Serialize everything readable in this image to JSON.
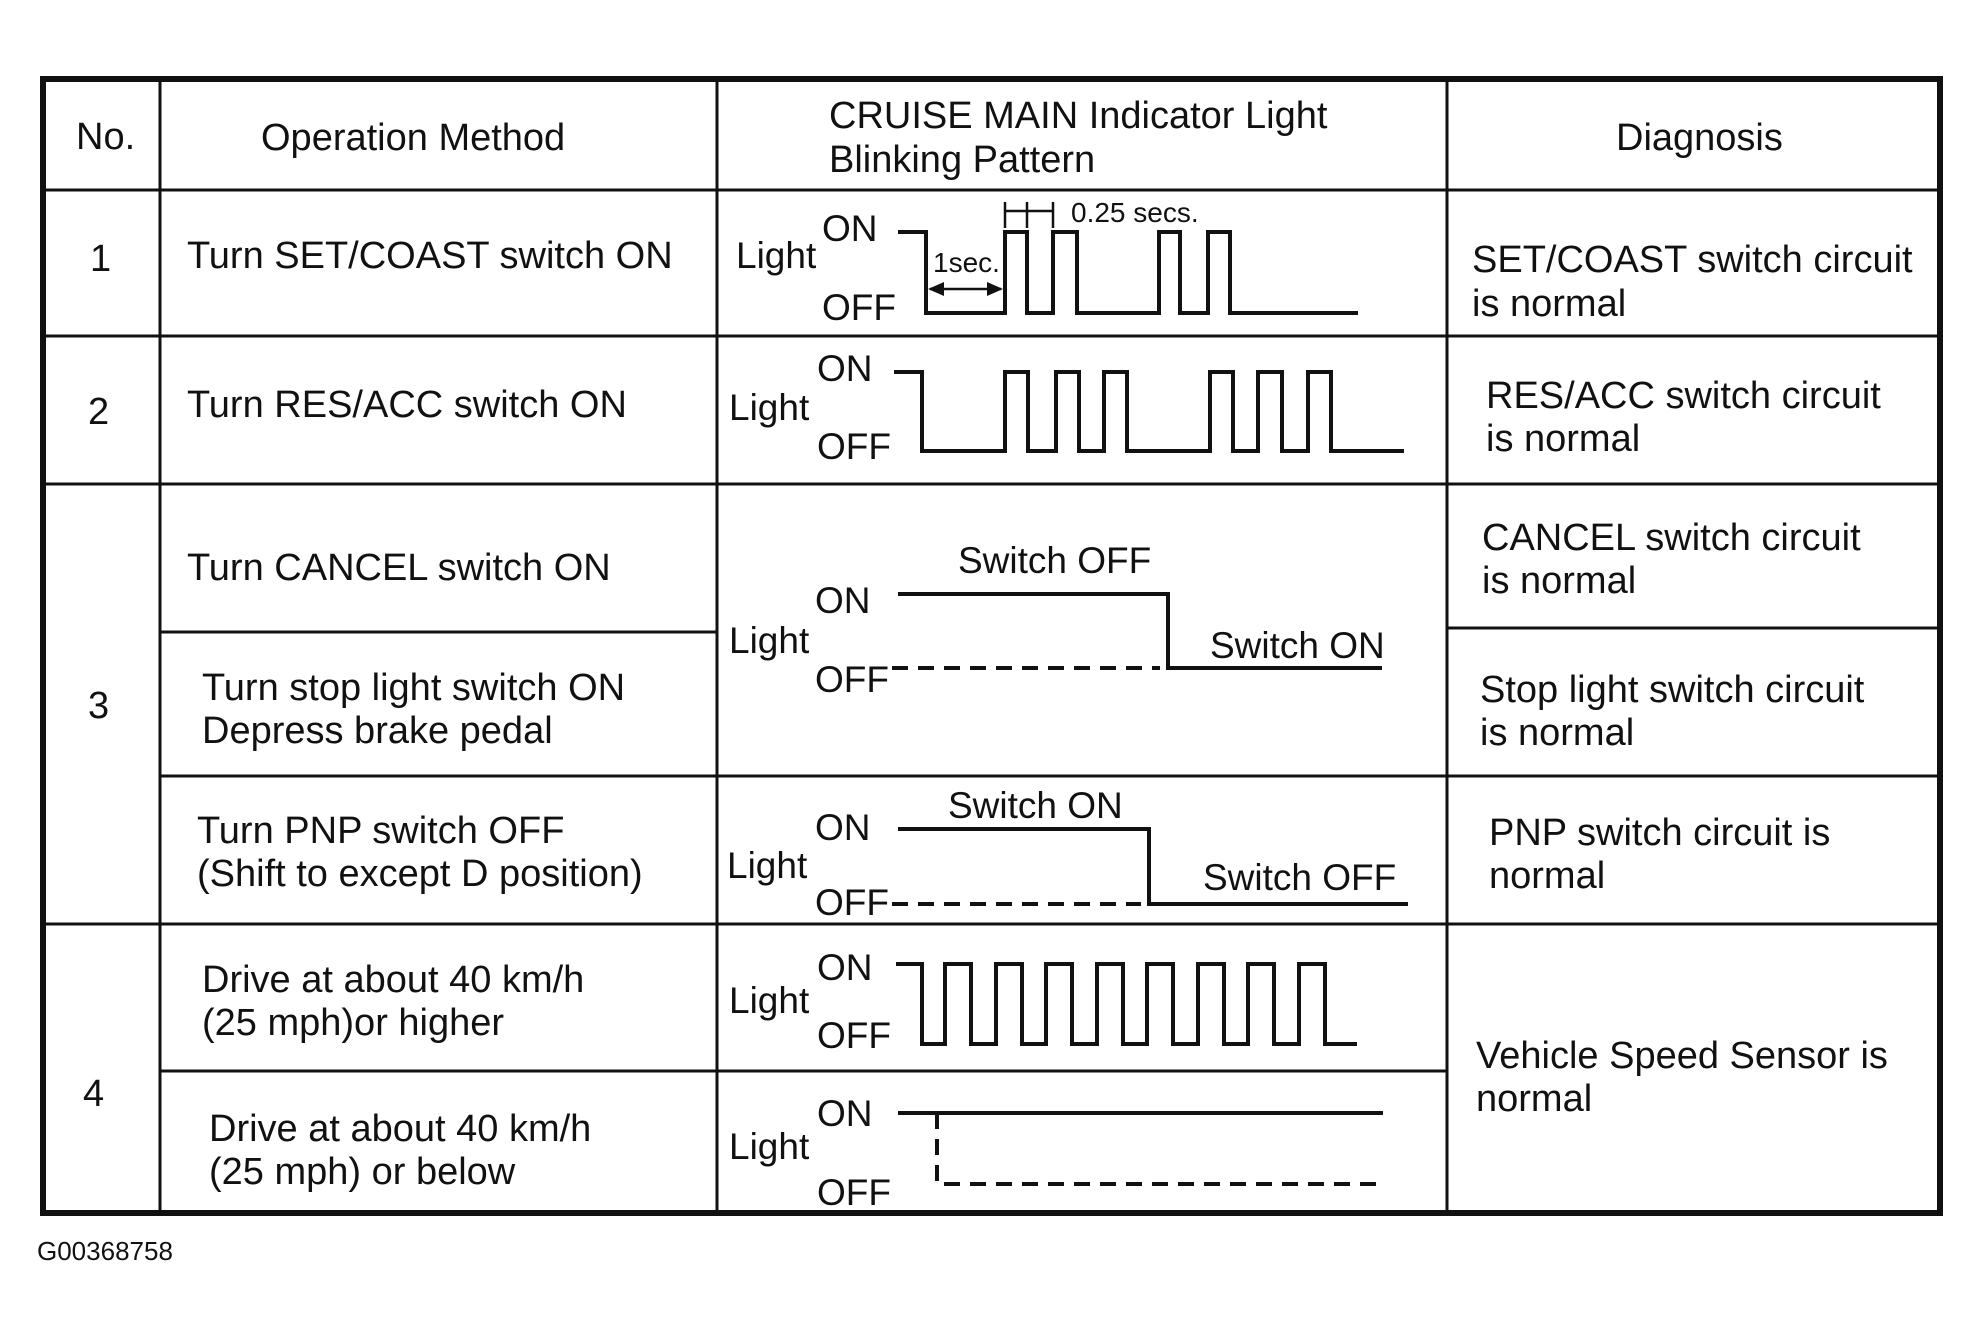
{
  "figure_id": "G00368758",
  "header": {
    "no": "No.",
    "method": "Operation Method",
    "pattern_line1": "CRUISE MAIN Indicator Light",
    "pattern_line2": "Blinking Pattern",
    "diagnosis": "Diagnosis"
  },
  "labels": {
    "light": "Light",
    "on": "ON",
    "off": "OFF",
    "one_sec": "1sec.",
    "quarter_sec": "0.25 secs."
  },
  "rows": [
    {
      "no": "1",
      "method": [
        "Turn SET/COAST switch ON"
      ],
      "diagnosis": [
        "SET/COAST switch circuit",
        "is normal"
      ]
    },
    {
      "no": "2",
      "method": [
        "Turn RES/ACC switch ON"
      ],
      "diagnosis": [
        "RES/ACC switch circuit",
        "is normal"
      ]
    },
    {
      "no": "3",
      "subrows": [
        {
          "method": [
            "Turn CANCEL switch ON"
          ],
          "diagnosis": [
            "CANCEL switch circuit",
            "is normal"
          ]
        },
        {
          "method": [
            "Turn stop light switch ON",
            "Depress brake pedal"
          ],
          "diagnosis": [
            "Stop light switch circuit",
            "is normal"
          ]
        },
        {
          "method": [
            "Turn PNP switch OFF",
            "(Shift to except D position)"
          ],
          "diagnosis": [
            "PNP switch circuit is",
            "normal"
          ]
        }
      ],
      "pattern_a": {
        "before": "Switch OFF",
        "after": "Switch ON"
      },
      "pattern_b": {
        "before": "Switch ON",
        "after": "Switch OFF"
      }
    },
    {
      "no": "4",
      "subrows": [
        {
          "method": [
            "Drive at about 40 km/h",
            "(25 mph)or higher"
          ]
        },
        {
          "method": [
            "Drive at about 40 km/h",
            "(25 mph) or below"
          ]
        }
      ],
      "diagnosis": [
        "Vehicle Speed Sensor is",
        "normal"
      ]
    }
  ]
}
